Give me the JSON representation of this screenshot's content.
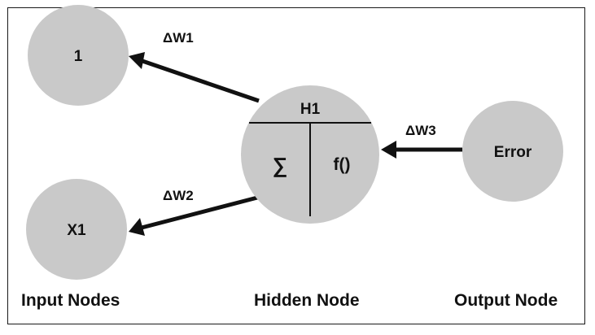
{
  "diagram": {
    "nodes": {
      "input_bias": {
        "label": "1"
      },
      "input_x1": {
        "label": "X1"
      },
      "hidden": {
        "label": "H1",
        "sum_symbol": "∑",
        "activation": "f()"
      },
      "output": {
        "label": "Error"
      }
    },
    "edges": {
      "w1": {
        "label": "ΔW1",
        "from": "hidden",
        "to": "input_bias"
      },
      "w2": {
        "label": "ΔW2",
        "from": "hidden",
        "to": "input_x1"
      },
      "w3": {
        "label": "ΔW3",
        "from": "output",
        "to": "hidden"
      }
    },
    "captions": {
      "input": "Input Nodes",
      "hidden": "Hidden Node",
      "output": "Output Node"
    },
    "colors": {
      "node_fill": "#c9c9c9",
      "stroke": "#111111"
    }
  }
}
